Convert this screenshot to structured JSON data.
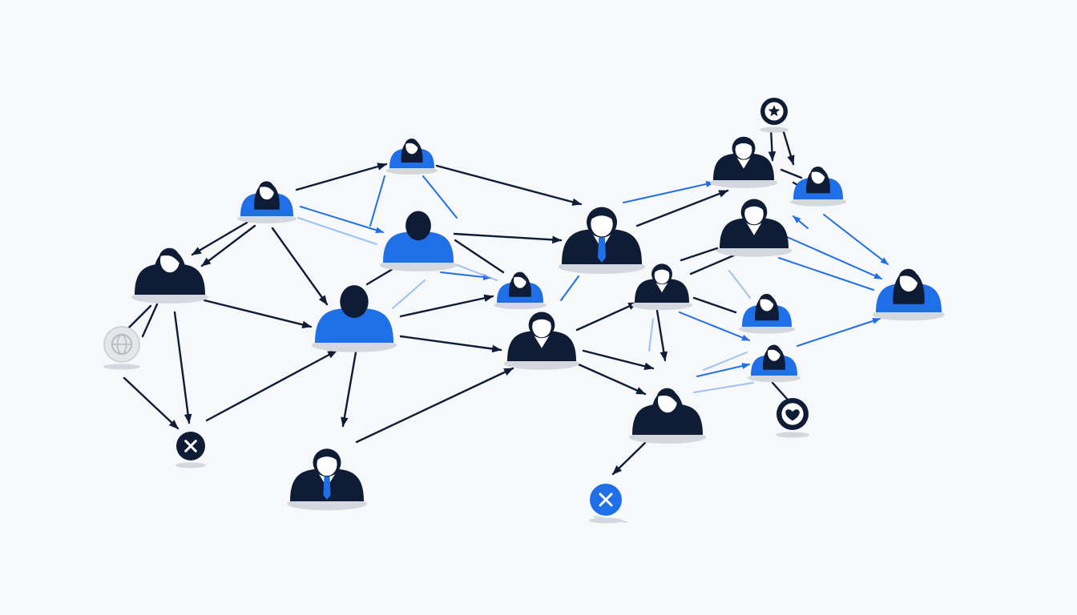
{
  "colors": {
    "background": "#f7f8fa",
    "dark": "#0f1c36",
    "blue": "#1f6fe8",
    "light_blue": "#7fb0f0",
    "shadow": "#d4d7de",
    "badge_light": "#e5e6e9"
  },
  "people": [
    {
      "id": "woman-top-center",
      "kind": "woman",
      "color": "blue"
    },
    {
      "id": "woman-upper-left",
      "kind": "woman",
      "color": "blue"
    },
    {
      "id": "woman-left",
      "kind": "woman",
      "color": "dark"
    },
    {
      "id": "person-center-blue",
      "kind": "person",
      "color": "blue"
    },
    {
      "id": "person-mid-blue",
      "kind": "person",
      "color": "blue"
    },
    {
      "id": "woman-center-blue",
      "kind": "woman",
      "color": "blue"
    },
    {
      "id": "man-bottom-left",
      "kind": "man",
      "color": "dark",
      "tie": "blue"
    },
    {
      "id": "man-center-suit",
      "kind": "man",
      "color": "dark",
      "tie": "blue"
    },
    {
      "id": "man-center-low",
      "kind": "man",
      "color": "dark"
    },
    {
      "id": "man-right-mid",
      "kind": "man",
      "color": "dark"
    },
    {
      "id": "man-upper-right",
      "kind": "man",
      "color": "dark"
    },
    {
      "id": "man-right-upper",
      "kind": "man",
      "color": "dark"
    },
    {
      "id": "woman-far-right-top",
      "kind": "woman",
      "color": "blue"
    },
    {
      "id": "woman-far-right",
      "kind": "woman",
      "color": "blue"
    },
    {
      "id": "woman-right-mid",
      "kind": "woman",
      "color": "blue"
    },
    {
      "id": "woman-right-low",
      "kind": "woman",
      "color": "blue"
    },
    {
      "id": "woman-bottom-right",
      "kind": "woman",
      "color": "dark"
    }
  ],
  "badges": [
    {
      "id": "star",
      "icon": "star-icon",
      "style": "dark-ring"
    },
    {
      "id": "close-dark",
      "icon": "close-icon",
      "style": "dark"
    },
    {
      "id": "close-blue",
      "icon": "close-icon",
      "style": "blue"
    },
    {
      "id": "heart",
      "icon": "heart-icon",
      "style": "dark-ring"
    },
    {
      "id": "globe",
      "icon": "globe-icon",
      "style": "light"
    }
  ]
}
